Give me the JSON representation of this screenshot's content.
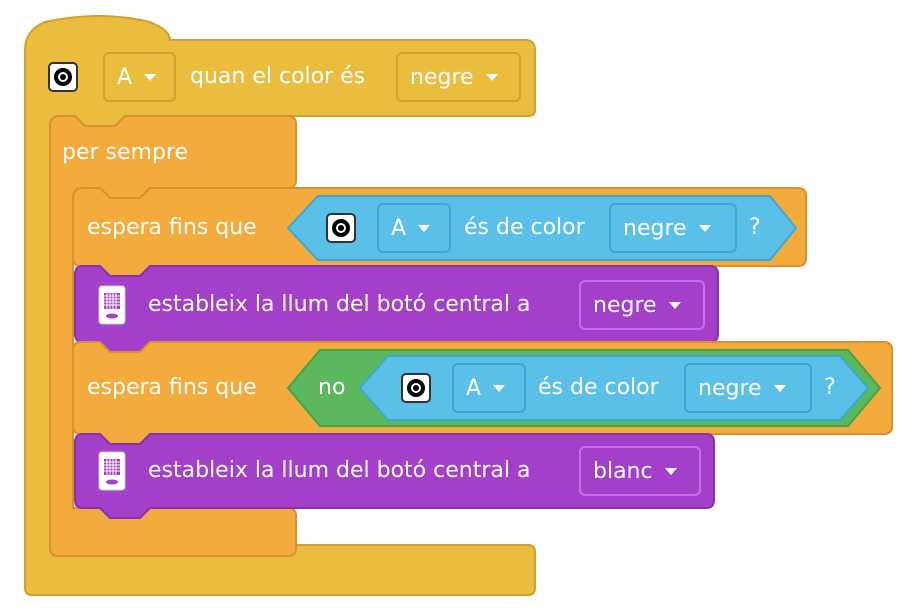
{
  "hat_block": {
    "port": "A",
    "text": "quan el color és",
    "color": "negre"
  },
  "forever_block": {
    "label": "per sempre"
  },
  "wait1": {
    "label": "espera fins que",
    "port": "A",
    "text": "és de color",
    "color": "negre",
    "suffix": "?"
  },
  "set1": {
    "label": "estableix la llum del botó central a",
    "color": "negre"
  },
  "wait2": {
    "label": "espera fins que",
    "not_label": "no",
    "port": "A",
    "text": "és de color",
    "color": "negre",
    "suffix": "?"
  },
  "set2": {
    "label": "estableix la llum del botó central a",
    "color": "blanc"
  },
  "colors": {
    "events": "#ebbd3f",
    "control": "#f2ab3c",
    "sensor": "#5ac0e8",
    "operator": "#5cb85c",
    "light": "#a33fc8"
  }
}
